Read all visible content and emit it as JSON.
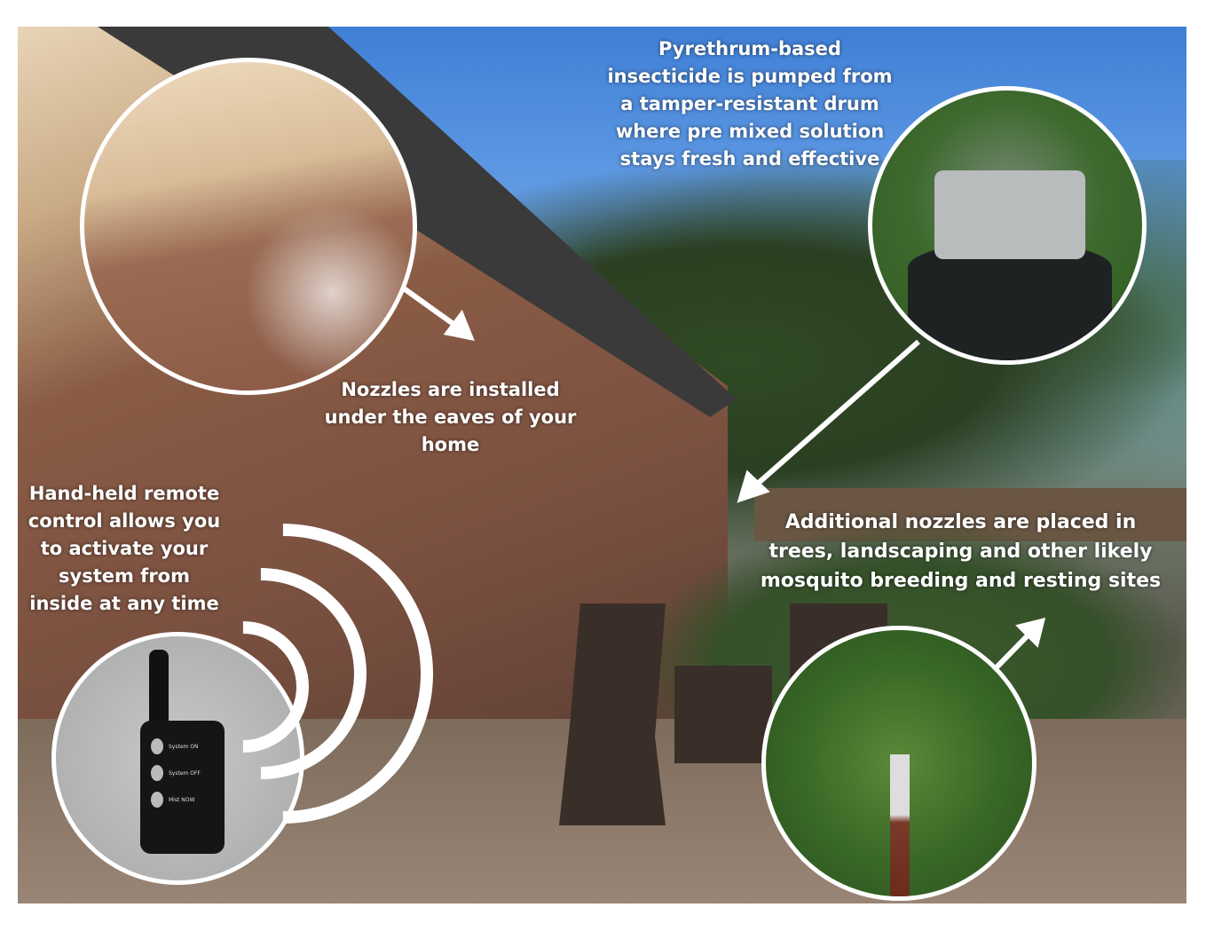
{
  "captions": {
    "insecticide": "Pyrethrum-based insecticide is pumped from a tamper-resistant drum where pre mixed solution stays fresh and effective",
    "nozzles_eaves": "Nozzles are installed under the eaves of your home",
    "remote": "Hand-held remote control allows you to activate your system from inside at any time",
    "additional_nozzles": "Additional nozzles are placed in trees, landscaping and other likely mosquito breeding and resting sites"
  },
  "remote_labels": [
    "System ON",
    "System OFF",
    "Mist NOW"
  ],
  "colors": {
    "sky": "#4a8ad8",
    "caption_text": "#ffffff",
    "circle_border": "#ffffff"
  }
}
